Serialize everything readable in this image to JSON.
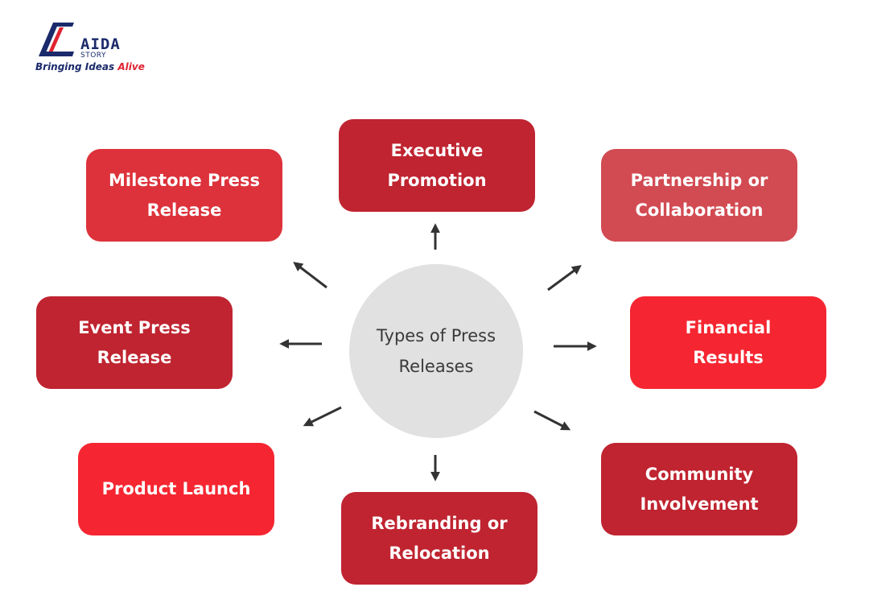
{
  "logo": {
    "wordmark": "AIDA",
    "subword": "STORY",
    "tagline_main": "Bringing Ideas",
    "tagline_accent": "Alive",
    "colors": {
      "navy": "#1b2a6b",
      "red": "#e02230"
    }
  },
  "center": {
    "label": "Types of Press Releases"
  },
  "nodes": {
    "executive": {
      "label": "Executive Promotion",
      "color": "#bf2430"
    },
    "milestone": {
      "label": "Milestone Press Release",
      "color": "#dd323b"
    },
    "partnership": {
      "label": "Partnership or Collaboration",
      "color": "#d24b52"
    },
    "event": {
      "label": "Event Press Release",
      "color": "#bf2430"
    },
    "financial": {
      "label": "Financial Results",
      "color": "#f52631"
    },
    "product": {
      "label": "Product Launch",
      "color": "#f52631"
    },
    "rebranding": {
      "label": "Rebranding or Relocation",
      "color": "#bf2430"
    },
    "community": {
      "label": "Community Involvement",
      "color": "#bf2430"
    }
  },
  "arrow_color": "#333333"
}
